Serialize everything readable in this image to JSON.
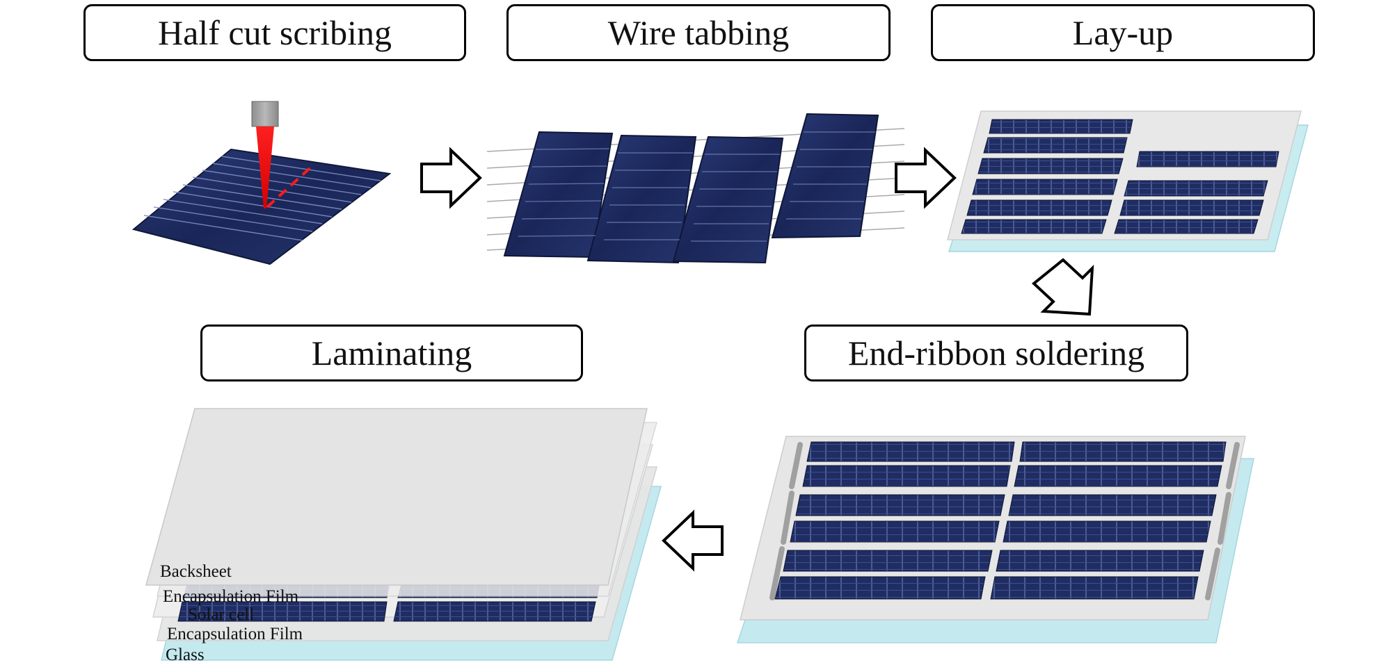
{
  "steps": {
    "half_cut_scribing": "Half cut scribing",
    "wire_tabbing": "Wire tabbing",
    "lay_up": "Lay-up",
    "end_ribbon_soldering": "End-ribbon soldering",
    "laminating": "Laminating"
  },
  "layers": {
    "backsheet": "Backsheet",
    "encapsulation_top": "Encapsulation Film",
    "solar_cell": "Solar cell",
    "encapsulation_bottom": "Encapsulation Film",
    "glass": "Glass"
  },
  "colors": {
    "cell_blue": "#1c2a5e",
    "cell_line": "#4a5c96",
    "laser_red": "#e00000",
    "glass": "#bfe8ee",
    "frame_gray": "#e3e3e3"
  }
}
